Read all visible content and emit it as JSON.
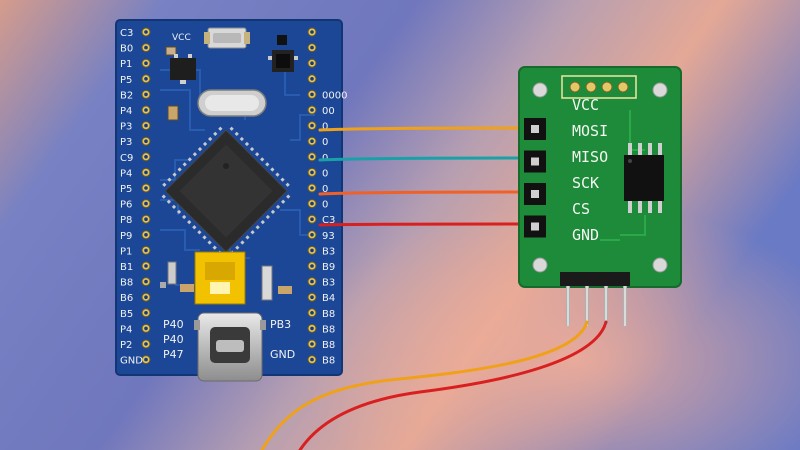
{
  "dev_board": {
    "left_header_labels": [
      "C3",
      "B0",
      "P1",
      "P5",
      "B2",
      "P4",
      "P3",
      "P3",
      "C9",
      "P4",
      "P5",
      "P6",
      "P8",
      "P9",
      "P1",
      "B1",
      "B8",
      "B6",
      "B5",
      "P4",
      "P2",
      "GND"
    ],
    "right_header_labels": [
      "0000",
      "00",
      "0",
      "0",
      "0",
      "0",
      "0",
      "0",
      "C3",
      "93",
      "B3",
      "B9",
      "B3",
      "B4",
      "B8",
      "B8",
      "B8",
      "B8"
    ],
    "silk_vcc": "VCC",
    "silk_bottom_left": [
      "P40",
      "P40",
      "P47"
    ],
    "silk_bottom_right": [
      "PB3",
      "GND"
    ]
  },
  "spi_module": {
    "pin_labels": [
      "VCC",
      "MOSI",
      "MISO",
      "SCK",
      "CS",
      "GND"
    ]
  },
  "colors": {
    "background_left": "#6f7cc2",
    "background_mid": "#d49c8e",
    "board_blue": "#1d4a9c",
    "module_green": "#1f8a3a",
    "wire_yellow": "#f0a11a",
    "wire_teal": "#1aa1a8",
    "wire_orange": "#f0612a",
    "wire_red": "#d92020"
  },
  "icons": [
    "usb-c-port-icon",
    "ic-chip-icon",
    "crystal-icon"
  ]
}
